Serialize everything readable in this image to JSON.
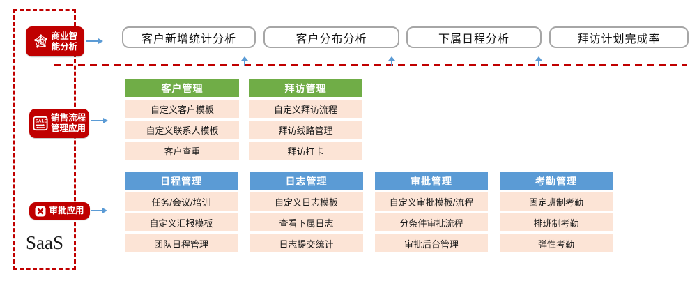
{
  "colors": {
    "red": "#c00000",
    "green_header": "#70ad47",
    "blue_header": "#5b9bd5",
    "row_bg": "#fce4d6",
    "box_border": "#a6a6a6",
    "arrow_blue": "#5b9bd5"
  },
  "left_panel": {
    "platform_label": "SaaS",
    "badges": [
      {
        "icon": "network-graph-icon",
        "line1": "商业智",
        "line2": "能分析"
      },
      {
        "icon": "sale-sliders-icon",
        "line1": "销售流程",
        "line2": "管理应用"
      },
      {
        "icon": "x-square-icon",
        "line1": "审批应用",
        "line2": ""
      }
    ]
  },
  "top_boxes": [
    "客户新增统计分析",
    "客户分布分析",
    "下属日程分析",
    "拜访计划完成率"
  ],
  "crm_tables": [
    {
      "header": "客户管理",
      "rows": [
        "自定义客户模板",
        "自定义联系人模板",
        "客户查重"
      ]
    },
    {
      "header": "拜访管理",
      "rows": [
        "自定义拜访流程",
        "拜访线路管理",
        "拜访打卡"
      ]
    }
  ],
  "oa_tables": [
    {
      "header": "日程管理",
      "rows": [
        "任务/会议/培训",
        "自定义汇报模板",
        "团队日程管理"
      ]
    },
    {
      "header": "日志管理",
      "rows": [
        "自定义日志模板",
        "查看下属日志",
        "日志提交统计"
      ]
    },
    {
      "header": "审批管理",
      "rows": [
        "自定义审批模板/流程",
        "分条件审批流程",
        "审批后台管理"
      ]
    },
    {
      "header": "考勤管理",
      "rows": [
        "固定班制考勤",
        "排班制考勤",
        "弹性考勤"
      ]
    }
  ]
}
